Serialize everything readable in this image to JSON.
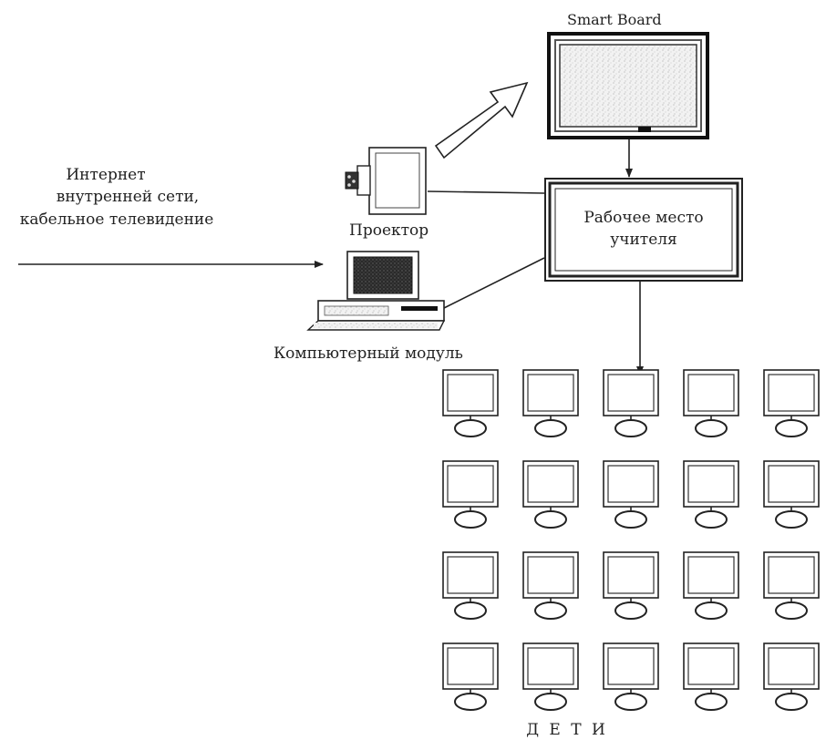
{
  "labels": {
    "smart_board": "Smart Board",
    "internet_line1": "Интернет",
    "internet_line2": "внутренней сети,",
    "internet_line3": "кабельное телевидение",
    "projector": "Проектор",
    "teacher_line1": "Рабочее место",
    "teacher_line2": "учителя",
    "computer_module": "Компьютерный модуль",
    "children": "Д Е Т И"
  },
  "students": {
    "rows": 4,
    "columns": 5
  }
}
